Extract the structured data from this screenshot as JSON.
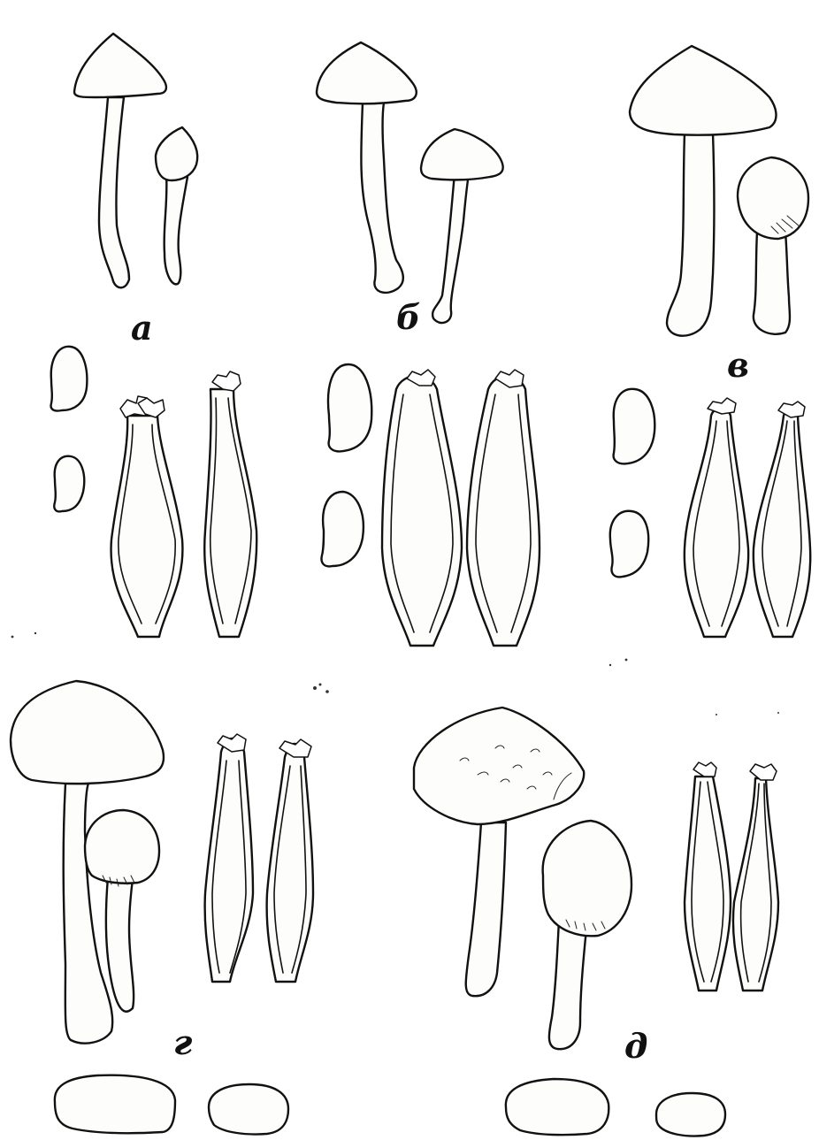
{
  "figure": {
    "panel_labels": {
      "a": "а",
      "b": "б",
      "v": "в",
      "g": "г",
      "d": "д"
    },
    "icons": [
      "mushroom-fruiting-body",
      "spore",
      "cystidium"
    ]
  }
}
